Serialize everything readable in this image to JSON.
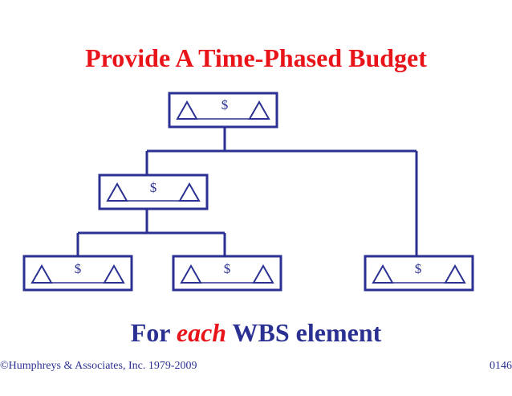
{
  "title": "Provide A Time-Phased Budget",
  "node_label": "$",
  "caption": {
    "before": "For",
    "emphasis": "each",
    "after": "WBS element"
  },
  "footer": {
    "copyright": "©Humphreys & Associates, Inc. 1979-2009",
    "slide_number": "0146"
  },
  "colors": {
    "title": "#e8141a",
    "lines": "#2b3192",
    "text": "#2b3192",
    "emphasis": "#e8141a"
  }
}
